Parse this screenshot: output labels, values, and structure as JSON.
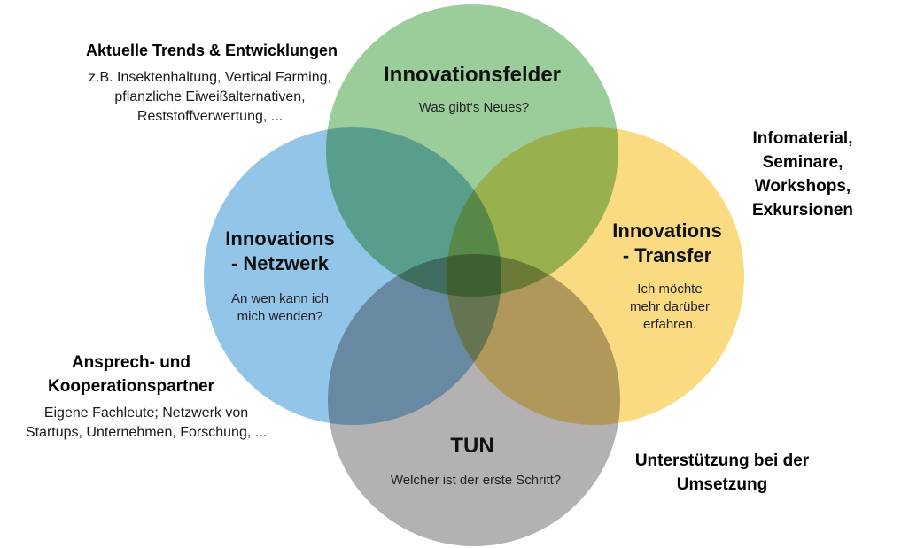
{
  "diagram": {
    "type": "venn",
    "background_color": "#ffffff",
    "circles": {
      "fields": {
        "color": "#9bcd9a",
        "title": "Innovationsfelder",
        "subtitle": "Was gibt‘s Neues?"
      },
      "network": {
        "color": "#92c5e8",
        "title": "Innovations\n- Netzwerk",
        "subtitle": "An wen kann ich\nmich wenden?"
      },
      "transfer": {
        "color": "#fbdb81",
        "title": "Innovations\n- Transfer",
        "subtitle": "Ich möchte\nmehr darüber\nerfahren."
      },
      "tun": {
        "color": "#b3b1b1",
        "title": "TUN",
        "subtitle": "Welcher ist der erste Schritt?"
      }
    },
    "annotations": {
      "trends": {
        "heading": "Aktuelle Trends & Entwicklungen",
        "body": "z.B. Insektenhaltung, Vertical Farming,\npflanzliche Eiweißalternativen,\nReststoffverwertung, ..."
      },
      "infomaterial": {
        "heading": "Infomaterial, Seminare,\nWorkshops, Exkursionen"
      },
      "partners": {
        "heading": "Ansprech- und\nKooperationspartner",
        "body": "Eigene Fachleute; Netzwerk von\nStartups, Unternehmen, Forschung, ..."
      },
      "support": {
        "heading": "Unterstützung bei der\nUmsetzung"
      }
    }
  }
}
